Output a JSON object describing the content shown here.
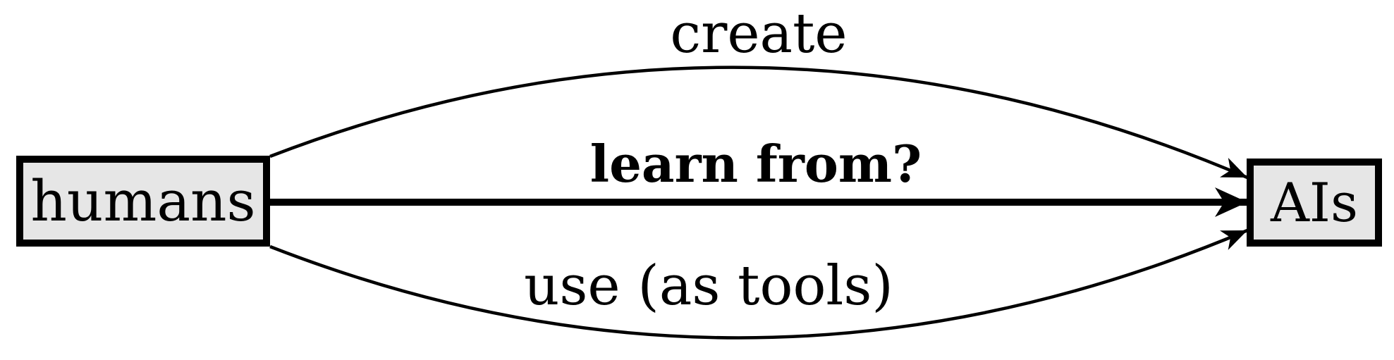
{
  "title": "humans-AIs relationship diagram",
  "colors": {
    "background": "#ffffff",
    "stroke": "#000000",
    "node_fill": "#e6e6e6",
    "text": "#000000"
  },
  "nodes": {
    "humans": {
      "label": "humans"
    },
    "ais": {
      "label": "AIs"
    }
  },
  "edges": {
    "create": {
      "label": "create",
      "from": "humans",
      "to": "AIs",
      "style": "thin curved arrow above"
    },
    "learn_from": {
      "label": "learn from?",
      "from": "humans",
      "to": "AIs",
      "style": "thick straight arrow, bold label"
    },
    "use": {
      "label": "use (as tools)",
      "from": "humans",
      "to": "AIs",
      "style": "thin curved arrow below"
    }
  }
}
